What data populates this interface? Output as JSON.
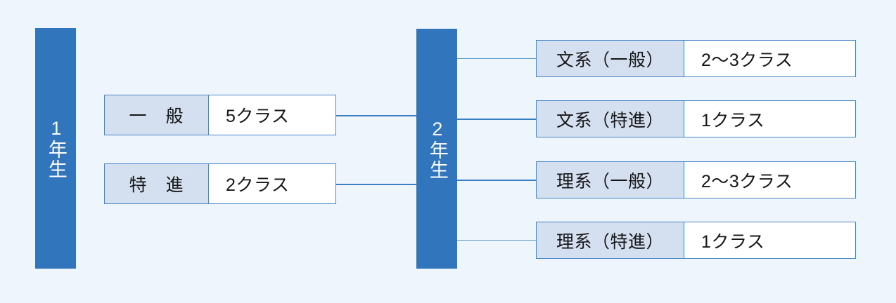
{
  "diagram": {
    "background_color": "#eff5fd",
    "bar_color": "#3175bd",
    "label_cell_color": "#d4e0f0",
    "border_color": "#4a86c5",
    "line_color": "#3a7fbf",
    "year1": {
      "label": "1年生"
    },
    "year2": {
      "label": "2年生"
    },
    "year1_courses": [
      {
        "name": "一　般",
        "classes": "5クラス"
      },
      {
        "name": "特　進",
        "classes": "2クラス"
      }
    ],
    "year2_courses": [
      {
        "name": "文系（一般）",
        "classes": "2〜3クラス"
      },
      {
        "name": "文系（特進）",
        "classes": "1クラス"
      },
      {
        "name": "理系（一般）",
        "classes": "2〜3クラス"
      },
      {
        "name": "理系（特進）",
        "classes": "1クラス"
      }
    ]
  }
}
